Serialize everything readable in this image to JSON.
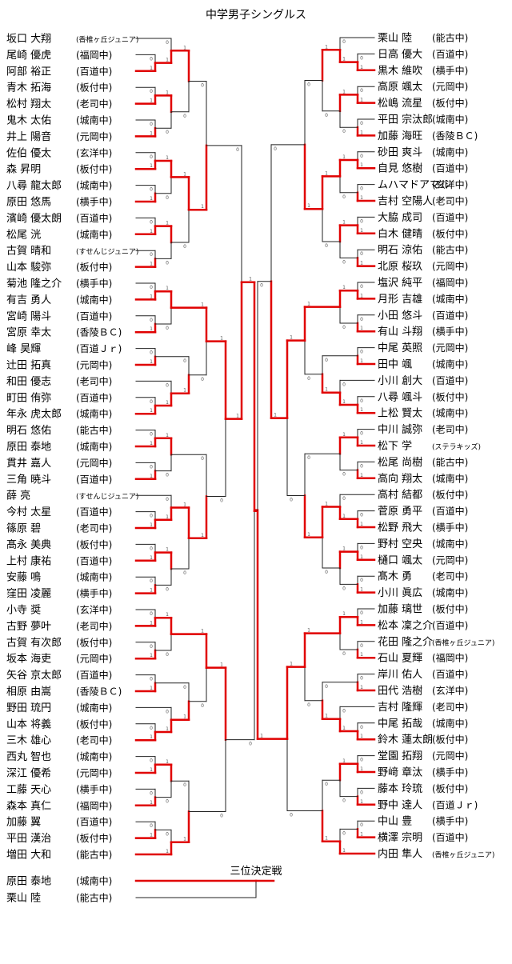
{
  "title": "中学男子シングルス",
  "third_place": {
    "label": "三位決定戦",
    "players": [
      {
        "name": "原田 泰地",
        "team": "城南中"
      },
      {
        "name": "栗山 陸",
        "team": "能古中"
      }
    ]
  },
  "left_players": [
    {
      "name": "坂口 大翔",
      "team": "香椎ヶ丘ジュニア"
    },
    {
      "name": "尾崎 優虎",
      "team": "福岡中"
    },
    {
      "name": "阿部 裕正",
      "team": "百道中"
    },
    {
      "name": "青木 拓海",
      "team": "板付中"
    },
    {
      "name": "松村 翔太",
      "team": "老司中"
    },
    {
      "name": "鬼木 太佑",
      "team": "城南中"
    },
    {
      "name": "井上 陽音",
      "team": "元岡中"
    },
    {
      "name": "佐伯 優太",
      "team": "玄洋中"
    },
    {
      "name": "森 昇明",
      "team": "板付中"
    },
    {
      "name": "八尋 龍太郎",
      "team": "城南中"
    },
    {
      "name": "原田 悠馬",
      "team": "横手中"
    },
    {
      "name": "濱崎 優太朗",
      "team": "百道中"
    },
    {
      "name": "松尾 洸",
      "team": "城南中"
    },
    {
      "name": "古賀 晴和",
      "team": "すせんじジュニア"
    },
    {
      "name": "山本 駿弥",
      "team": "板付中"
    },
    {
      "name": "菊池 隆之介",
      "team": "横手中"
    },
    {
      "name": "有吉 勇人",
      "team": "城南中"
    },
    {
      "name": "宮崎 陽斗",
      "team": "百道中"
    },
    {
      "name": "宮原 幸太",
      "team": "香陵ＢＣ"
    },
    {
      "name": "峰 昊輝",
      "team": "百道Ｊｒ"
    },
    {
      "name": "辻田 拓真",
      "team": "元岡中"
    },
    {
      "name": "和田 優志",
      "team": "老司中"
    },
    {
      "name": "町田 侑弥",
      "team": "百道中"
    },
    {
      "name": "年永 虎太郎",
      "team": "城南中"
    },
    {
      "name": "明石 悠佑",
      "team": "能古中"
    },
    {
      "name": "原田 泰地",
      "team": "城南中"
    },
    {
      "name": "貫井 嘉人",
      "team": "元岡中"
    },
    {
      "name": "三角 暁斗",
      "team": "百道中"
    },
    {
      "name": "薛 亮",
      "team": "すせんじジュニア"
    },
    {
      "name": "今村 太星",
      "team": "百道中"
    },
    {
      "name": "篠原 碧",
      "team": "老司中"
    },
    {
      "name": "髙永 美典",
      "team": "板付中"
    },
    {
      "name": "上村 康祐",
      "team": "百道中"
    },
    {
      "name": "安藤 鳴",
      "team": "城南中"
    },
    {
      "name": "窪田 凌麗",
      "team": "横手中"
    },
    {
      "name": "小寺 奨",
      "team": "玄洋中"
    },
    {
      "name": "古野 夢叶",
      "team": "老司中"
    },
    {
      "name": "古賀 有次郎",
      "team": "板付中"
    },
    {
      "name": "坂本 海吏",
      "team": "元岡中"
    },
    {
      "name": "矢谷 京太郎",
      "team": "百道中"
    },
    {
      "name": "相原 由嵩",
      "team": "香陵ＢＣ"
    },
    {
      "name": "野田 琉円",
      "team": "城南中"
    },
    {
      "name": "山本 将義",
      "team": "板付中"
    },
    {
      "name": "三木 雄心",
      "team": "老司中"
    },
    {
      "name": "西丸 智也",
      "team": "城南中"
    },
    {
      "name": "深江 優希",
      "team": "元岡中"
    },
    {
      "name": "工藤 天心",
      "team": "横手中"
    },
    {
      "name": "森本 真仁",
      "team": "福岡中"
    },
    {
      "name": "加藤 翼",
      "team": "百道中"
    },
    {
      "name": "平田 漢治",
      "team": "板付中"
    },
    {
      "name": "増田 大和",
      "team": "能古中"
    }
  ],
  "right_players": [
    {
      "name": "栗山 陸",
      "team": "能古中"
    },
    {
      "name": "日高 優大",
      "team": "百道中"
    },
    {
      "name": "黒木 維吹",
      "team": "横手中"
    },
    {
      "name": "高原 颯太",
      "team": "元岡中"
    },
    {
      "name": "松嶋 流星",
      "team": "板付中"
    },
    {
      "name": "平田 宗汰郎",
      "team": "城南中"
    },
    {
      "name": "加藤 海旺",
      "team": "香陵ＢＣ"
    },
    {
      "name": "砂田 爽斗",
      "team": "城南中"
    },
    {
      "name": "自見 悠樹",
      "team": "百道中"
    },
    {
      "name": "ムハマドアマル",
      "team": "玄洋中"
    },
    {
      "name": "吉村 空陽人",
      "team": "老司中"
    },
    {
      "name": "大脇 成司",
      "team": "百道中"
    },
    {
      "name": "白木 健晴",
      "team": "板付中"
    },
    {
      "name": "明石 涼佑",
      "team": "能古中"
    },
    {
      "name": "北原 桜玖",
      "team": "元岡中"
    },
    {
      "name": "塩沢 純平",
      "team": "福岡中"
    },
    {
      "name": "月形 吉雄",
      "team": "城南中"
    },
    {
      "name": "小田 悠斗",
      "team": "百道中"
    },
    {
      "name": "有山 斗翔",
      "team": "横手中"
    },
    {
      "name": "中尾 英照",
      "team": "元岡中"
    },
    {
      "name": "田中 颯",
      "team": "城南中"
    },
    {
      "name": "小川 創大",
      "team": "百道中"
    },
    {
      "name": "八尋 颯斗",
      "team": "板付中"
    },
    {
      "name": "上松 賢太",
      "team": "城南中"
    },
    {
      "name": "中川 誠弥",
      "team": "老司中"
    },
    {
      "name": "松下 学",
      "team": "ステラキッズ"
    },
    {
      "name": "松尾 尚樹",
      "team": "能古中"
    },
    {
      "name": "高向 翔太",
      "team": "城南中"
    },
    {
      "name": "高村 結都",
      "team": "板付中"
    },
    {
      "name": "菅原 勇平",
      "team": "百道中"
    },
    {
      "name": "松野 飛大",
      "team": "横手中"
    },
    {
      "name": "野村 空央",
      "team": "城南中"
    },
    {
      "name": "樋口 颯太",
      "team": "元岡中"
    },
    {
      "name": "髙木 勇",
      "team": "老司中"
    },
    {
      "name": "小川 眞広",
      "team": "城南中"
    },
    {
      "name": "加藤 璃世",
      "team": "板付中"
    },
    {
      "name": "松本 凜之介",
      "team": "百道中"
    },
    {
      "name": "花田 隆之介",
      "team": "香椎ヶ丘ジュニア"
    },
    {
      "name": "石山 夏輝",
      "team": "福岡中"
    },
    {
      "name": "岸川 佑人",
      "team": "百道中"
    },
    {
      "name": "田代 浩樹",
      "team": "玄洋中"
    },
    {
      "name": "吉村 隆輝",
      "team": "老司中"
    },
    {
      "name": "中尾 拓哉",
      "team": "城南中"
    },
    {
      "name": "鈴木 蓮太朗",
      "team": "板付中"
    },
    {
      "name": "堂園 拓翔",
      "team": "元岡中"
    },
    {
      "name": "野﨑 章汰",
      "team": "横手中"
    },
    {
      "name": "藤本 玲琉",
      "team": "板付中"
    },
    {
      "name": "野中 達人",
      "team": "百道Ｊｒ"
    },
    {
      "name": "中山 豊",
      "team": "横手中"
    },
    {
      "name": "横澤 宗明",
      "team": "百道中"
    },
    {
      "name": "内田 隼人",
      "team": "香椎ヶ丘ジュニア"
    }
  ],
  "colors": {
    "winner_line": "#e00000",
    "line": "#222222"
  }
}
